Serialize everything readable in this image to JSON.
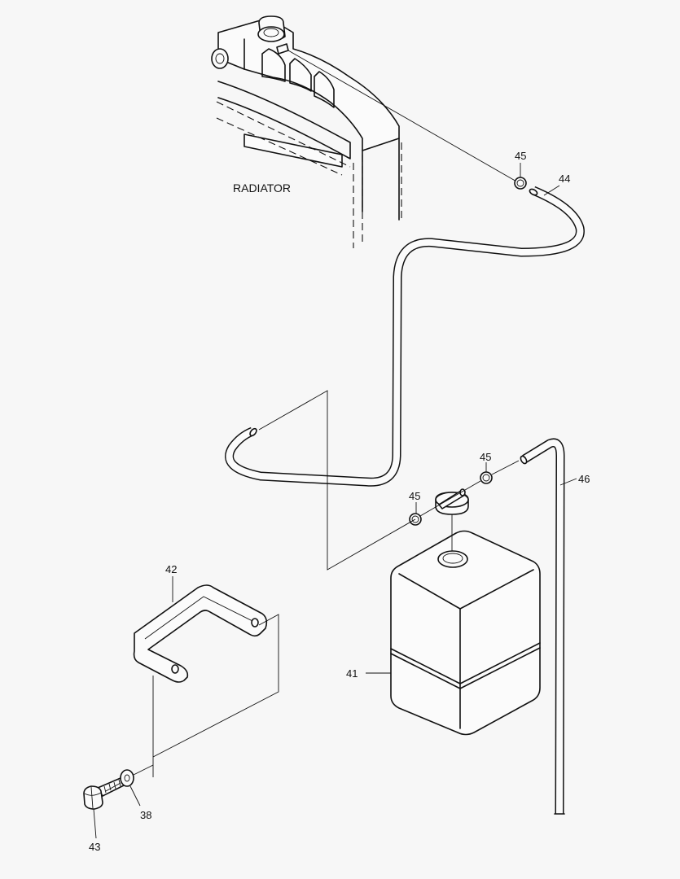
{
  "diagram": {
    "radiator_label": "RADIATOR",
    "callouts": [
      {
        "id": "c45a",
        "text": "45"
      },
      {
        "id": "c44",
        "text": "44"
      },
      {
        "id": "c45b",
        "text": "45"
      },
      {
        "id": "c45c",
        "text": "45"
      },
      {
        "id": "c46",
        "text": "46"
      },
      {
        "id": "c42",
        "text": "42"
      },
      {
        "id": "c41",
        "text": "41"
      },
      {
        "id": "c38",
        "text": "38"
      },
      {
        "id": "c43",
        "text": "43"
      }
    ]
  }
}
